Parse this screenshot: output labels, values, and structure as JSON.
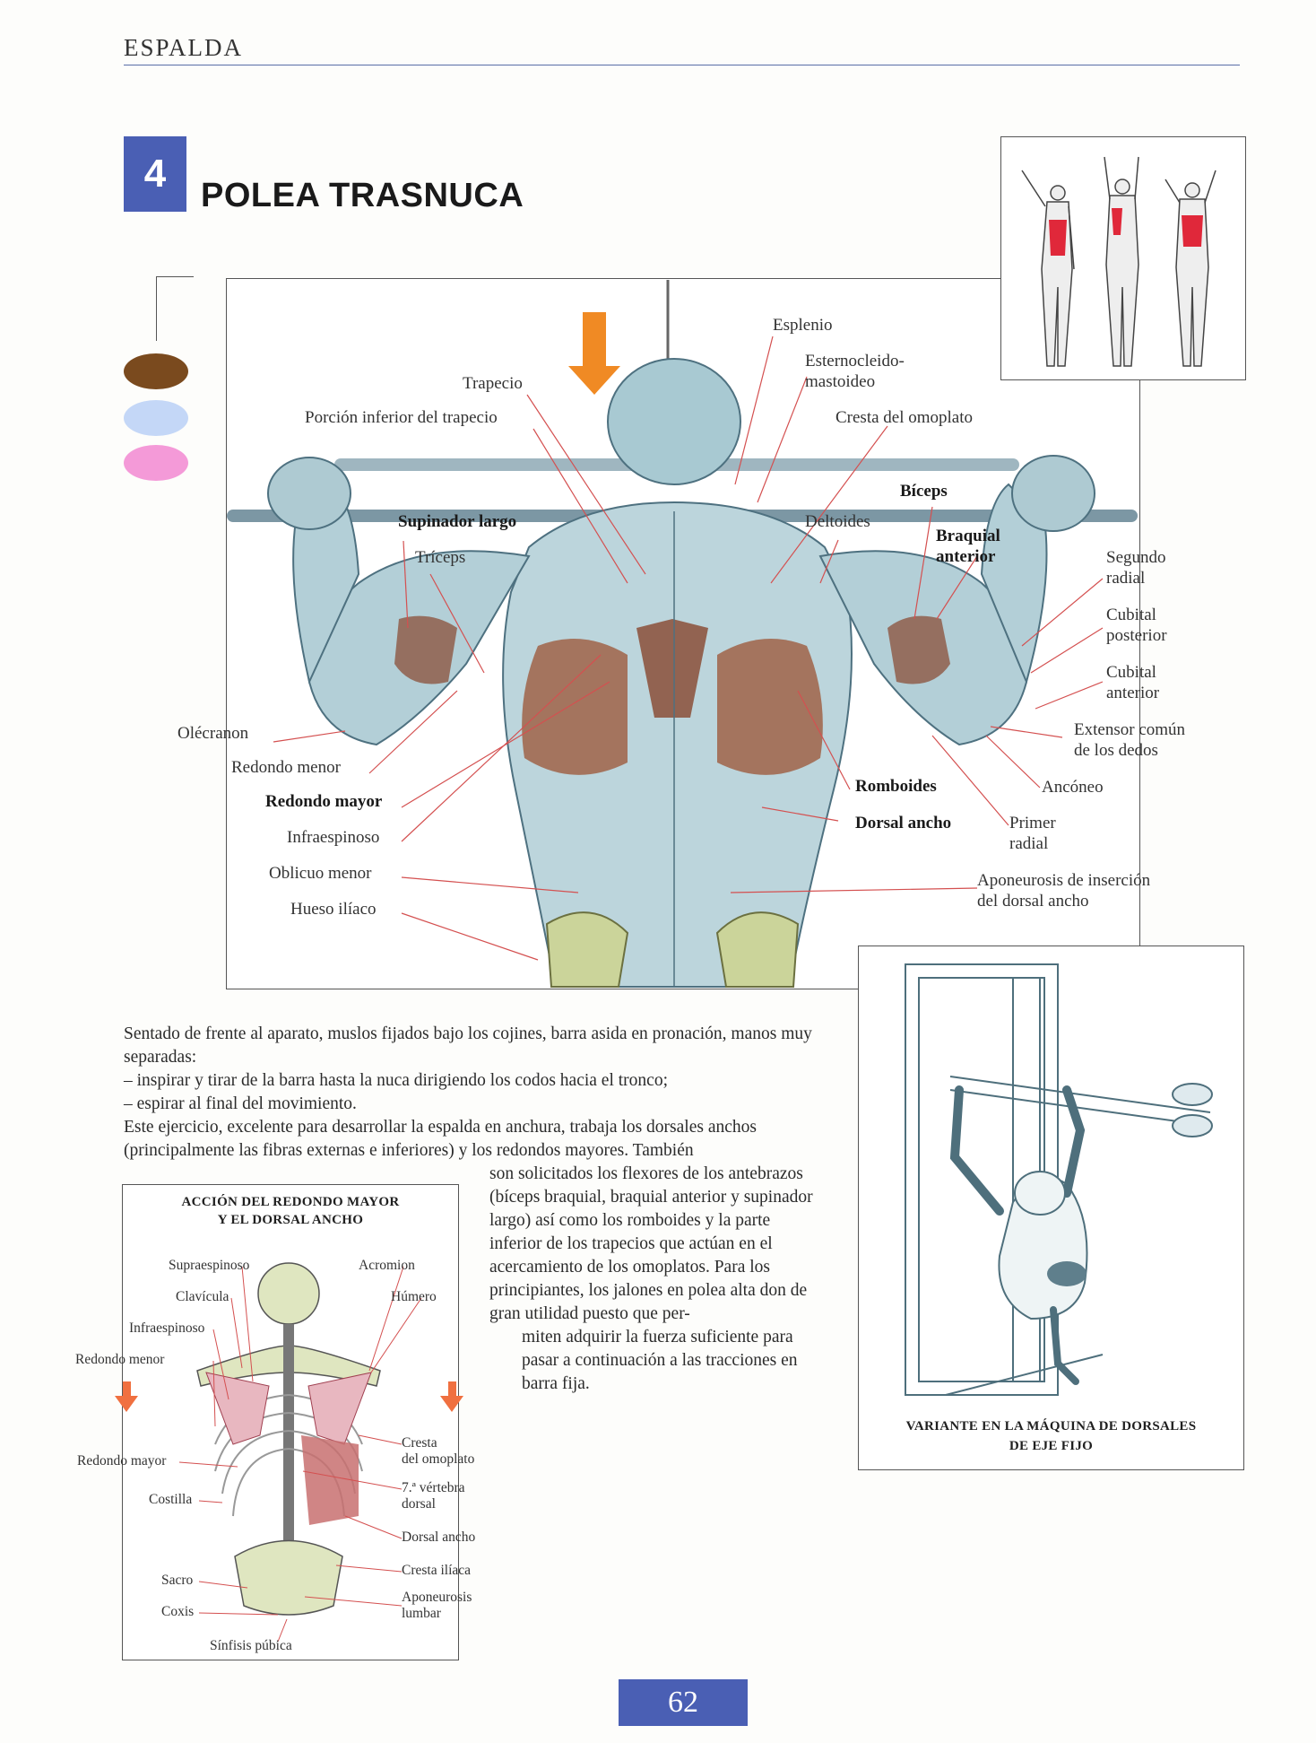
{
  "header": {
    "section": "ESPALDA"
  },
  "exercise": {
    "number": "4",
    "title": "POLEA TRASNUCA"
  },
  "legend": {
    "colors": [
      "#7a4a1e",
      "#c4d7f7",
      "#f49ad8"
    ]
  },
  "muscle_labels": {
    "esplenio": "Esplenio",
    "esterno_1": "Esternocleido-",
    "esterno_2": "mastoideo",
    "trapecio": "Trapecio",
    "porcion": "Porción inferior del trapecio",
    "cresta": "Cresta del omoplato",
    "biceps": "Bíceps",
    "supinador": "Supinador largo",
    "deltoides": "Deltoides",
    "braquial_1": "Braquial",
    "braquial_2": "anterior",
    "triceps": "Tríceps",
    "segundo_1": "Segundo",
    "segundo_2": "radial",
    "cub_post_1": "Cubital",
    "cub_post_2": "posterior",
    "cub_ant_1": "Cubital",
    "cub_ant_2": "anterior",
    "olecranon": "Olécranon",
    "extensor_1": "Extensor común",
    "extensor_2": "de los dedos",
    "redondo_menor": "Redondo menor",
    "redondo_mayor": "Redondo mayor",
    "romboides": "Romboides",
    "anconeo": "Ancóneo",
    "infraespinoso": "Infraespinoso",
    "dorsal": "Dorsal ancho",
    "primer_1": "Primer",
    "primer_2": "radial",
    "oblicuo": "Oblicuo menor",
    "aponeurosis_1": "Aponeurosis de inserción",
    "aponeurosis_2": "del dorsal ancho",
    "hueso": "Hueso ilíaco"
  },
  "body": {
    "p1": "Sentado de frente al aparato, muslos fijados bajo los cojines, barra asida en pronación, manos muy separadas:",
    "l1": "– inspirar y tirar de la barra hasta la nuca dirigiendo los codos hacia el tronco;",
    "l2": "– espirar al final del movimiento.",
    "p2a": "Este ejercicio, excelente para desarrollar la espalda en anchura, trabaja los dorsales anchos (principalmente las fibras externas e inferiores) y los redondos mayores. También",
    "p2b": "son solicitados los flexores de los antebrazos (bíceps braquial, braquial anterior y supinador largo) así como los romboides y la parte inferior de los trapecios que actúan en el acercamiento de los omoplatos. Para los principiantes, los jalones en polea alta don de gran utilidad puesto que per-",
    "p2c": "miten adquirir la fuerza suficiente para pasar a continuación a las tracciones en barra fija."
  },
  "action_box": {
    "caption_1": "ACCIÓN DEL REDONDO MAYOR",
    "caption_2": "Y EL DORSAL ANCHO",
    "supraespinoso": "Supraespinoso",
    "acromion": "Acromion",
    "clavicula": "Clavícula",
    "humero": "Húmero",
    "infraespinoso": "Infraespinoso",
    "redondo_menor": "Redondo menor",
    "redondo_mayor": "Redondo mayor",
    "cresta_1": "Cresta",
    "cresta_2": "del omoplato",
    "costilla": "Costilla",
    "vertebra_1": "7.ª vértebra",
    "vertebra_2": "dorsal",
    "dorsal": "Dorsal ancho",
    "cresta_iliaca": "Cresta ilíaca",
    "sacro": "Sacro",
    "aponeurosis_1": "Aponeurosis",
    "aponeurosis_2": "lumbar",
    "coxis": "Coxis",
    "sinfisis": "Sínfisis púbica"
  },
  "variant": {
    "caption_1": "VARIANTE EN LA MÁQUINA DE DORSALES",
    "caption_2": "DE EJE FIJO"
  },
  "page": {
    "number": "62"
  }
}
